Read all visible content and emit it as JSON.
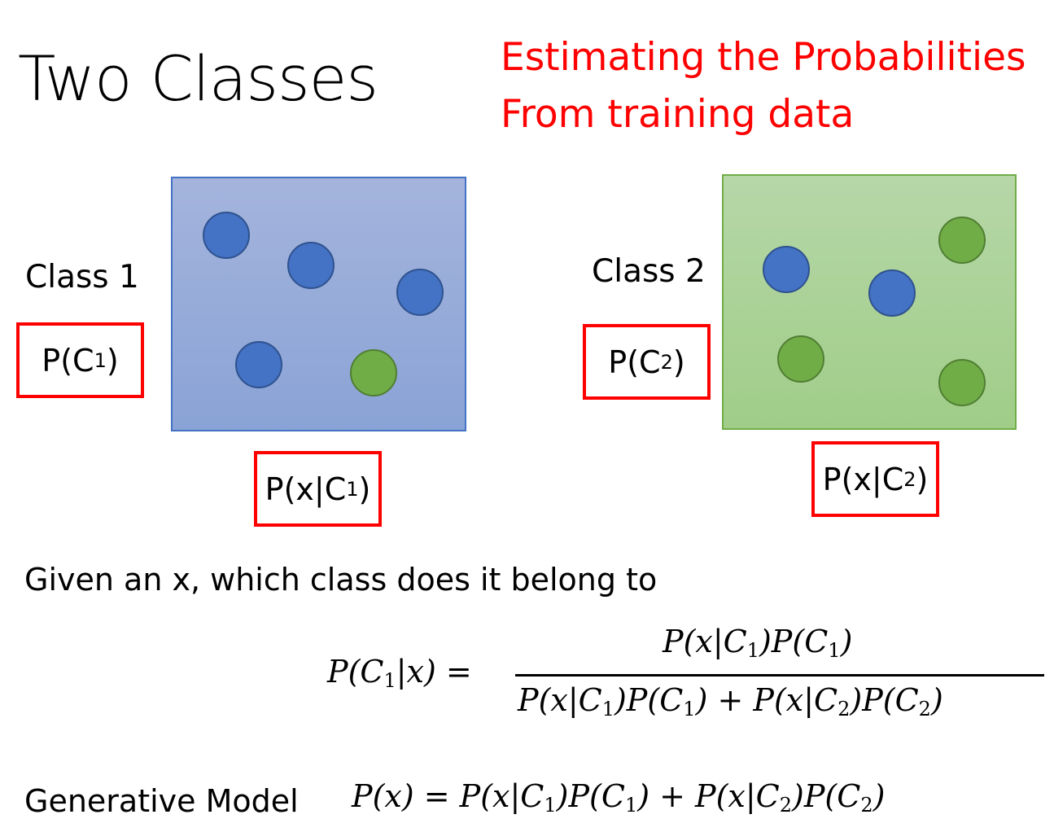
{
  "title": "Two Classes",
  "subtitle": {
    "line1": "Estimating the Probabilities",
    "line2": "From training data"
  },
  "colors": {
    "accent_red": "#ff0000",
    "blue_dot": "#4472c4",
    "green_dot": "#70ad47",
    "panel1_bg": "#a4b4dc",
    "panel2_bg": "#b6d7a8"
  },
  "class1": {
    "label": "Class 1",
    "prior": {
      "text": "P(C",
      "sub": "1",
      "close": ")"
    },
    "likelihood": {
      "text": "P(x|C",
      "sub": "1",
      "close": ")"
    },
    "dots": [
      "blue",
      "blue",
      "blue",
      "blue",
      "green"
    ]
  },
  "class2": {
    "label": "Class 2",
    "prior": {
      "text": "P(C",
      "sub": "2",
      "close": ")"
    },
    "likelihood": {
      "text": "P(x|C",
      "sub": "2",
      "close": ")"
    },
    "dots": [
      "blue",
      "blue",
      "green",
      "green",
      "green"
    ]
  },
  "question": "Given an x, which class does it belong to",
  "bayes": {
    "lhs": {
      "a": "P(C",
      "sub": "1",
      "b": "|x) ="
    },
    "numerator": {
      "a": "P(x|C",
      "s1": "1",
      "b": ")P(C",
      "s2": "1",
      "c": ")"
    },
    "denominator": {
      "a": "P(x|C",
      "s1": "1",
      "b": ")P(C",
      "s2": "1",
      "c": ") + P(x|C",
      "s3": "2",
      "d": ")P(C",
      "s4": "2",
      "e": ")"
    }
  },
  "generative": {
    "label": "Generative Model",
    "formula": {
      "a": "P(x) = P(x|C",
      "s1": "1",
      "b": ")P(C",
      "s2": "1",
      "c": ") + P(x|C",
      "s3": "2",
      "d": ")P(C",
      "s4": "2",
      "e": ")"
    }
  }
}
